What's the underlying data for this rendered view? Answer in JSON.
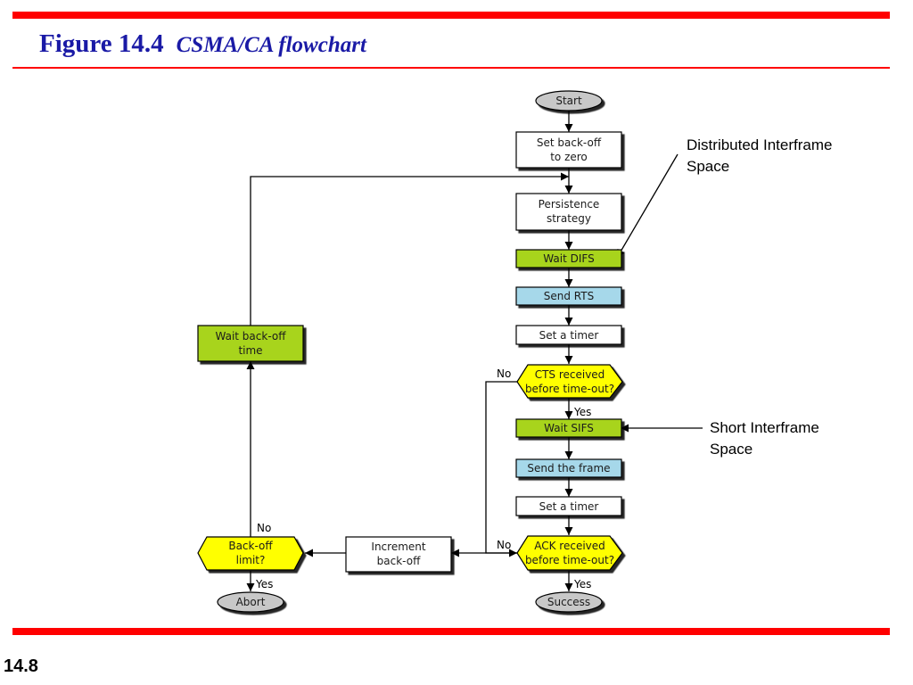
{
  "figure": {
    "number": "Figure 14.4",
    "caption": "CSMA/CA flowchart"
  },
  "slide_number": "14.8",
  "colors": {
    "rule": "#ff0000",
    "title": "#1a1aa6",
    "terminal": "#c8c8c8",
    "wait_box": "#a8d41a",
    "send_box": "#a6d8ea",
    "decision": "#ffff00",
    "process": "#ffffff"
  },
  "nodes": {
    "start": "Start",
    "set_backoff": [
      "Set back-off",
      "to zero"
    ],
    "persistence": [
      "Persistence",
      "strategy"
    ],
    "wait_difs": "Wait DIFS",
    "send_rts": "Send RTS",
    "set_timer_1": "Set a timer",
    "cts_received": [
      "CTS received",
      "before time-out?"
    ],
    "wait_sifs": "Wait SIFS",
    "send_frame": "Send the frame",
    "set_timer_2": "Set a timer",
    "ack_received": [
      "ACK received",
      "before time-out?"
    ],
    "success": "Success",
    "increment_backoff": [
      "Increment",
      "back-off"
    ],
    "backoff_limit": [
      "Back-off",
      "limit?"
    ],
    "wait_backoff_time": [
      "Wait back-off",
      "time"
    ],
    "abort": "Abort"
  },
  "edge_labels": {
    "cts_no": "No",
    "cts_yes": "Yes",
    "ack_no": "No",
    "ack_yes": "Yes",
    "limit_no": "No",
    "limit_yes": "Yes"
  },
  "annotations": {
    "difs": [
      "Distributed Interframe",
      "Space"
    ],
    "sifs": [
      "Short Interframe",
      "Space"
    ]
  }
}
